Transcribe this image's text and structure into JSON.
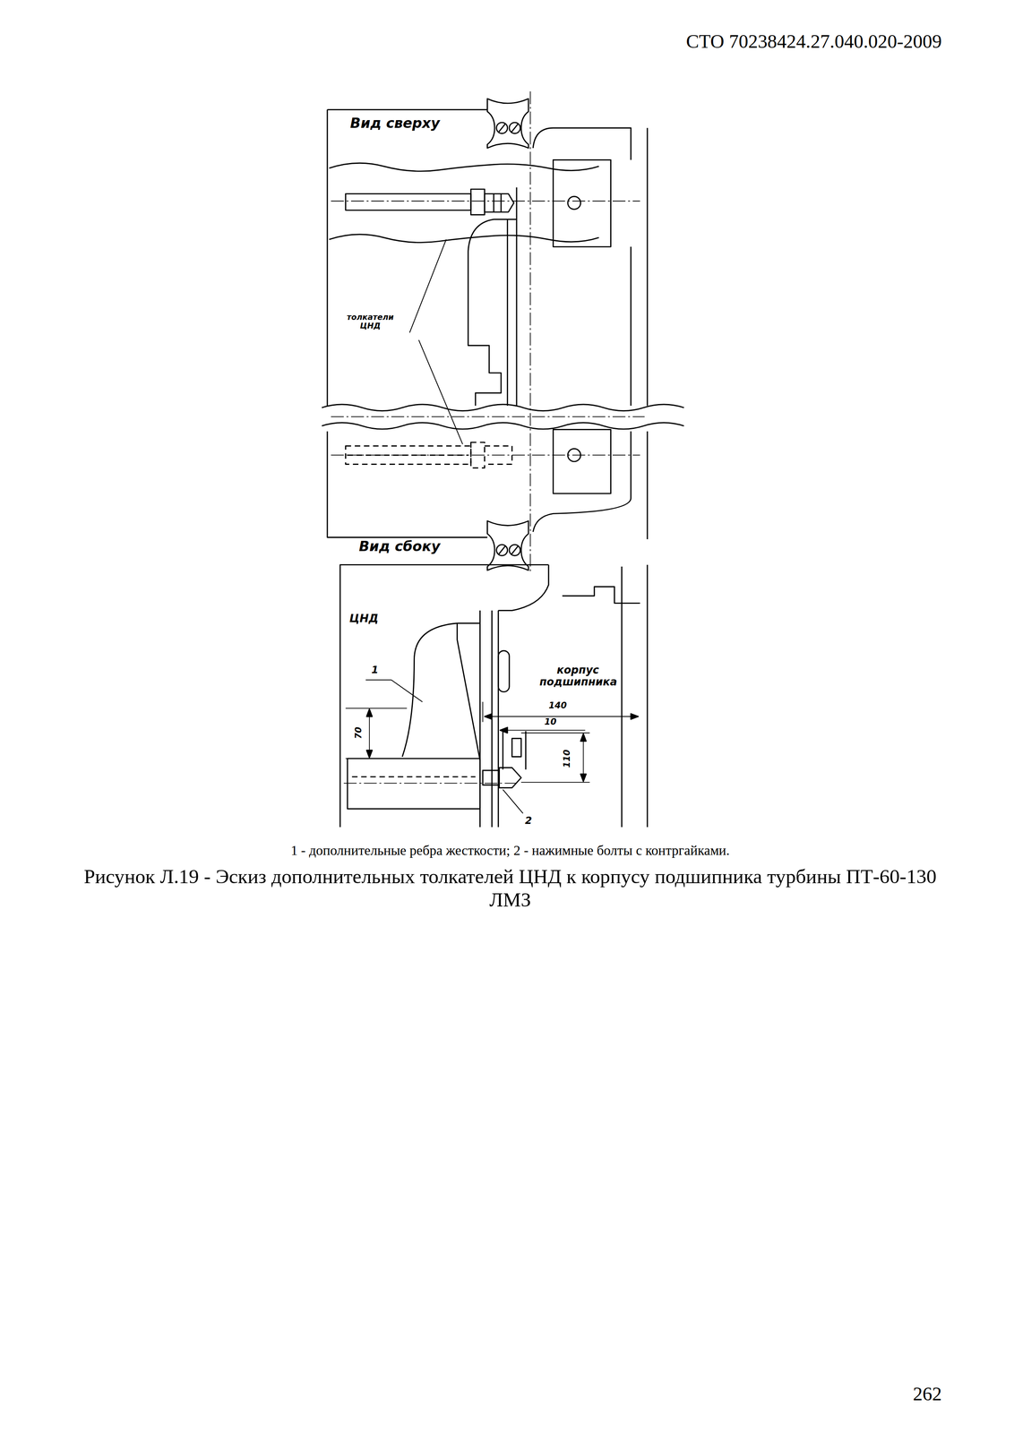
{
  "diagram": {
    "caption": "Рисунок Л.19 - Эскиз дополнительных толкателей ЦНД к корпусу подшипника турбины ПТ-60-130 ЛМЗ",
    "labels": [
      "СТО 70238424.27.040.020-2009",
      "Вид сверху",
      "толкатели ЦНД",
      "Вид сбоку",
      "ЦНД",
      "1",
      "корпус подшипника",
      "140",
      "10",
      "110",
      "70",
      "2",
      "1 -  дополнительные ребра жесткости; 2 - нажимные болты с контргайками.",
      "262"
    ]
  }
}
